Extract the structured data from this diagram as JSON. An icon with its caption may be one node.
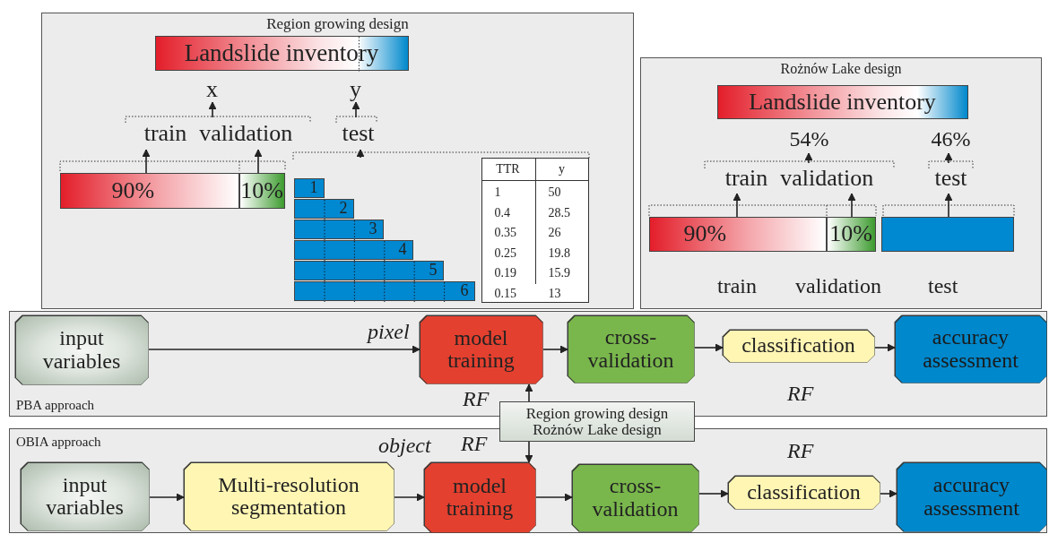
{
  "diagram": {
    "nodes": [
      {
        "text": [
          "Region growing design"
        ]
      },
      {
        "text": [
          "Landslide inventory"
        ],
        "in": 0
      },
      {
        "text": [
          "x"
        ],
        "in": 0
      },
      {
        "text": [
          "y"
        ],
        "in": 0
      },
      {
        "text": [
          "train",
          "validation"
        ],
        "in": 0
      },
      {
        "text": [
          "test"
        ],
        "in": 0
      },
      {
        "text": [
          "90%"
        ],
        "in": 0
      },
      {
        "text": [
          "10%"
        ],
        "in": 0
      },
      {
        "text": [
          "1"
        ],
        "in": 0
      },
      {
        "text": [
          "2"
        ],
        "in": 0
      },
      {
        "text": [
          "3"
        ],
        "in": 0
      },
      {
        "text": [
          "4"
        ],
        "in": 0
      },
      {
        "text": [
          "5"
        ],
        "in": 0
      },
      {
        "text": [
          "6"
        ],
        "in": 0
      },
      {
        "text": [
          "Rożnów Lake design"
        ]
      },
      {
        "text": [
          "Landslide inventory"
        ],
        "in": 14
      },
      {
        "text": [
          "54%"
        ],
        "in": 14
      },
      {
        "text": [
          "46%"
        ],
        "in": 14
      },
      {
        "text": [
          "train",
          "validation"
        ],
        "in": 14
      },
      {
        "text": [
          "test"
        ],
        "in": 14
      },
      {
        "text": [
          "90%"
        ],
        "in": 14
      },
      {
        "text": [
          "10%"
        ],
        "in": 14
      },
      {
        "text": [],
        "shape": "bar",
        "in": 14
      },
      {
        "text": [
          "PBA approach"
        ]
      },
      {
        "text": [
          "input variables"
        ],
        "in": 23
      },
      {
        "text": [
          "model training"
        ],
        "in": 23
      },
      {
        "text": [
          "cross-validation"
        ],
        "in": 23
      },
      {
        "text": [
          "classification"
        ],
        "in": 23
      },
      {
        "text": [
          "accuracy assessment"
        ],
        "in": 23
      },
      {
        "text": [
          "Region growing design",
          "Rożnów Lake design"
        ]
      },
      {
        "text": [
          "OBIA approach"
        ]
      },
      {
        "text": [
          "input variables"
        ],
        "in": 30
      },
      {
        "text": [
          "Multi-resolution segmentation"
        ],
        "in": 30
      },
      {
        "text": [
          "model training"
        ],
        "in": 30
      },
      {
        "text": [
          "cross-validation"
        ],
        "in": 30
      },
      {
        "text": [
          "classification"
        ],
        "in": 30
      },
      {
        "text": [
          "accuracy assessment"
        ],
        "in": 30
      }
    ],
    "edges": [
      {
        "from": 4,
        "to": 2,
        "arrow": "to"
      },
      {
        "from": 5,
        "to": 3,
        "arrow": "to"
      },
      {
        "from": 6,
        "to": 4,
        "arrow": "to"
      },
      {
        "from": 7,
        "to": 4,
        "arrow": "to"
      },
      {
        "from": null,
        "to": 5,
        "arrow": "to"
      },
      {
        "from": 18,
        "to": 16,
        "arrow": "to"
      },
      {
        "from": 19,
        "to": 17,
        "arrow": "to"
      },
      {
        "from": 20,
        "to": 18,
        "arrow": "to"
      },
      {
        "from": 21,
        "to": 18,
        "arrow": "to"
      },
      {
        "from": 22,
        "to": 19,
        "arrow": "to"
      },
      {
        "from": 24,
        "to": 25,
        "arrow": "to",
        "label": "pixel"
      },
      {
        "from": 25,
        "to": 26,
        "arrow": "to"
      },
      {
        "from": 26,
        "to": 27,
        "arrow": "to"
      },
      {
        "from": 27,
        "to": 28,
        "arrow": "to"
      },
      {
        "from": 29,
        "to": 25,
        "arrow": "to"
      },
      {
        "from": 29,
        "to": 33,
        "arrow": "to"
      },
      {
        "from": 31,
        "to": 32,
        "arrow": "to"
      },
      {
        "from": 32,
        "to": 33,
        "arrow": "to"
      },
      {
        "from": 33,
        "to": 34,
        "arrow": "to"
      },
      {
        "from": 34,
        "to": 35,
        "arrow": "to"
      },
      {
        "from": 35,
        "to": 36,
        "arrow": "to"
      }
    ],
    "labels": [
      "TTR",
      "y",
      "1",
      "50",
      "0.4",
      "28.5",
      "0.35",
      "26",
      "0.25",
      "19.8",
      "0.19",
      "15.9",
      "0.15",
      "13",
      "train",
      "validation",
      "test",
      "RF",
      "RF",
      "object",
      "RF",
      "RF"
    ]
  }
}
